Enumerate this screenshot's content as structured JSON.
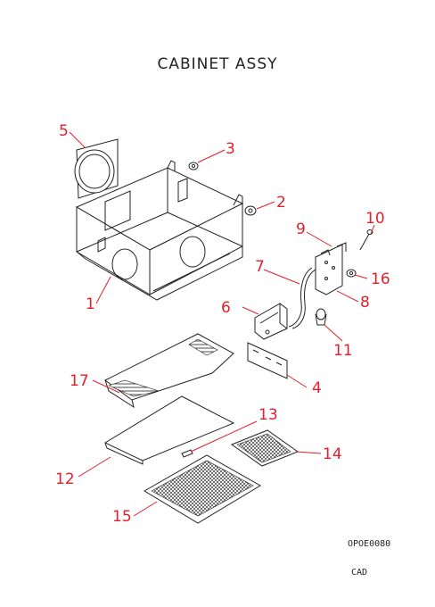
{
  "title": "CABINET ASSY",
  "drawing_code": "OPOE0080",
  "footer": "CAD",
  "accent_color": "#e0202a",
  "callouts": [
    "1",
    "2",
    "3",
    "4",
    "5",
    "6",
    "7",
    "8",
    "9",
    "10",
    "11",
    "12",
    "13",
    "14",
    "15",
    "16",
    "17"
  ]
}
